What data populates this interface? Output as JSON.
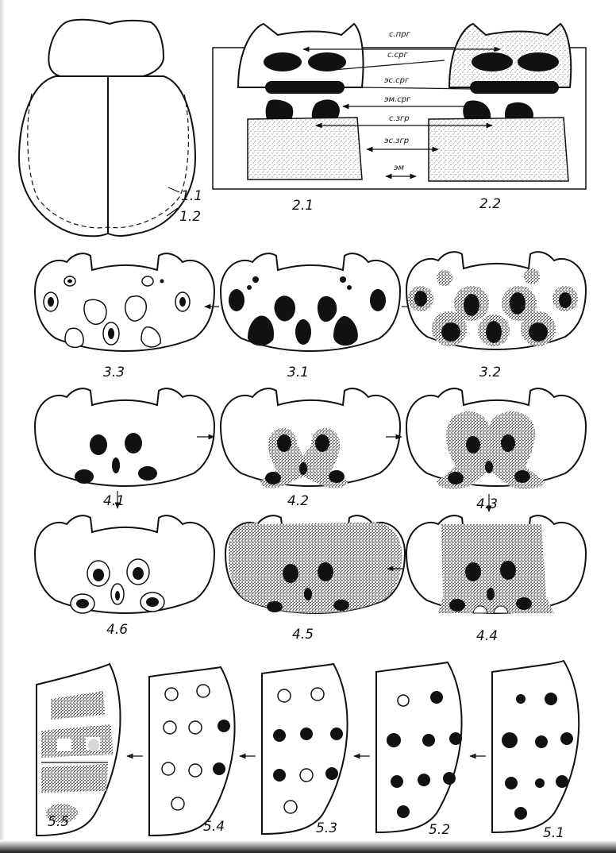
{
  "figure_labels": {
    "f1_1": "1.1",
    "f1_2": "1.2",
    "f2_1": "2.1",
    "f2_2": "2.2",
    "f3_1": "3.1",
    "f3_2": "3.2",
    "f3_3": "3.3",
    "f4_1": "4.1",
    "f4_2": "4.2",
    "f4_3": "4.3",
    "f4_4": "4.4",
    "f4_5": "4.5",
    "f4_6": "4.6",
    "f5_1": "5.1",
    "f5_2": "5.2",
    "f5_3": "5.3",
    "f5_4": "5.4",
    "f5_5": "5.5"
  },
  "annotations": {
    "c_prg": "с.прг",
    "c_srg": "с.срг",
    "es_srg": "эс.срг",
    "em_srg": "эм.срг",
    "c_zgr": "с.згр",
    "es_zgr": "эс.згр",
    "em": "эм"
  },
  "colors": {
    "ink": "#111111",
    "paper": "#ffffff",
    "stipple": "#1a1a1a"
  }
}
